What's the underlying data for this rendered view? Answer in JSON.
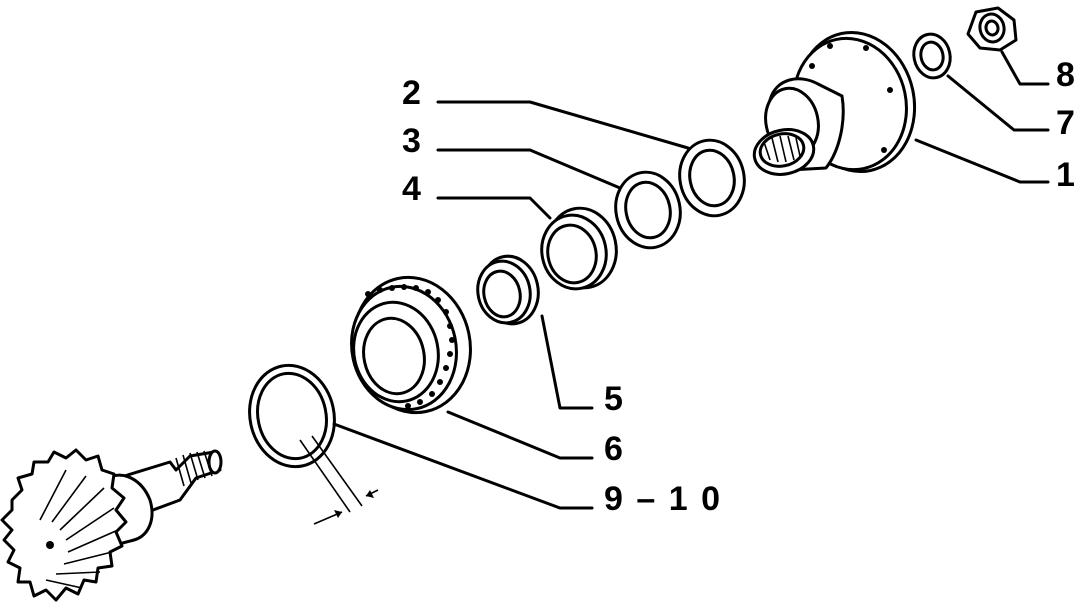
{
  "callouts": {
    "c1": "1",
    "c2": "2",
    "c3": "3",
    "c4": "4",
    "c5": "5",
    "c6": "6",
    "c7": "7",
    "c8": "8",
    "c910": "9 – 1 0"
  },
  "colors": {
    "ink": "#000000",
    "paper": "#ffffff"
  }
}
